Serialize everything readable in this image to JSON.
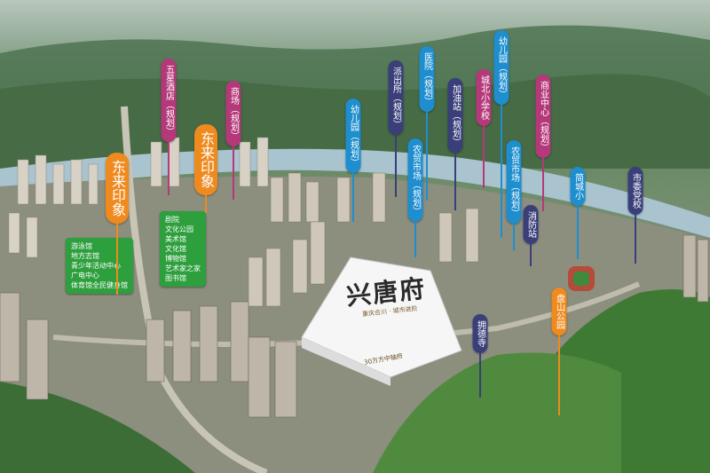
{
  "brand": {
    "name": "兴唐府",
    "tagline": "重庆合川 · 城市进阶",
    "subline": "30万方中轴府"
  },
  "pins": {
    "wuxing": {
      "label": "五星酒店（规划）",
      "color": "#b5397a"
    },
    "shangchang": {
      "label": "商场（规划）",
      "color": "#b5397a"
    },
    "donglai1": {
      "label": "东来印象",
      "color": "#ef8a1e"
    },
    "donglai2": {
      "label": "东来印象",
      "color": "#ef8a1e"
    },
    "youeryuan1": {
      "label": "幼儿园（规划）",
      "color": "#1e8ecf"
    },
    "paichusuo": {
      "label": "派出所（规划）",
      "color": "#3a3f7a"
    },
    "yiyuan": {
      "label": "医院（规划）",
      "color": "#1e8ecf"
    },
    "nongmao1": {
      "label": "农贸市场（规划）",
      "color": "#1e8ecf"
    },
    "jiayouzhan": {
      "label": "加油站（规划）",
      "color": "#3a3f7a"
    },
    "chengbei": {
      "label": "城北小学校",
      "color": "#b5397a"
    },
    "youeryuan2": {
      "label": "幼儿园（规划）",
      "color": "#1e8ecf"
    },
    "nongmao2": {
      "label": "农贸市场（规划）",
      "color": "#1e8ecf"
    },
    "shangye": {
      "label": "商业中心（规划）",
      "color": "#b5397a"
    },
    "xiaofangzhan": {
      "label": "消防站",
      "color": "#3a3f7a"
    },
    "jiancheng": {
      "label": "简城小",
      "color": "#1e8ecf"
    },
    "shiweidangxiao": {
      "label": "市委党校",
      "color": "#3a3f7a"
    },
    "panshan": {
      "label": "盘山公园",
      "color": "#ef8a1e"
    },
    "yongdesi": {
      "label": "拥德寺",
      "color": "#3a3f7a"
    }
  },
  "boxes": {
    "left": [
      "游泳馆",
      "地方志馆",
      "青少年活动中心",
      "广电中心",
      "体育馆全民健身馆"
    ],
    "right": [
      "剧院",
      "文化公园",
      "美术馆",
      "文化馆",
      "博物馆",
      "艺术家之家",
      "图书馆"
    ]
  }
}
